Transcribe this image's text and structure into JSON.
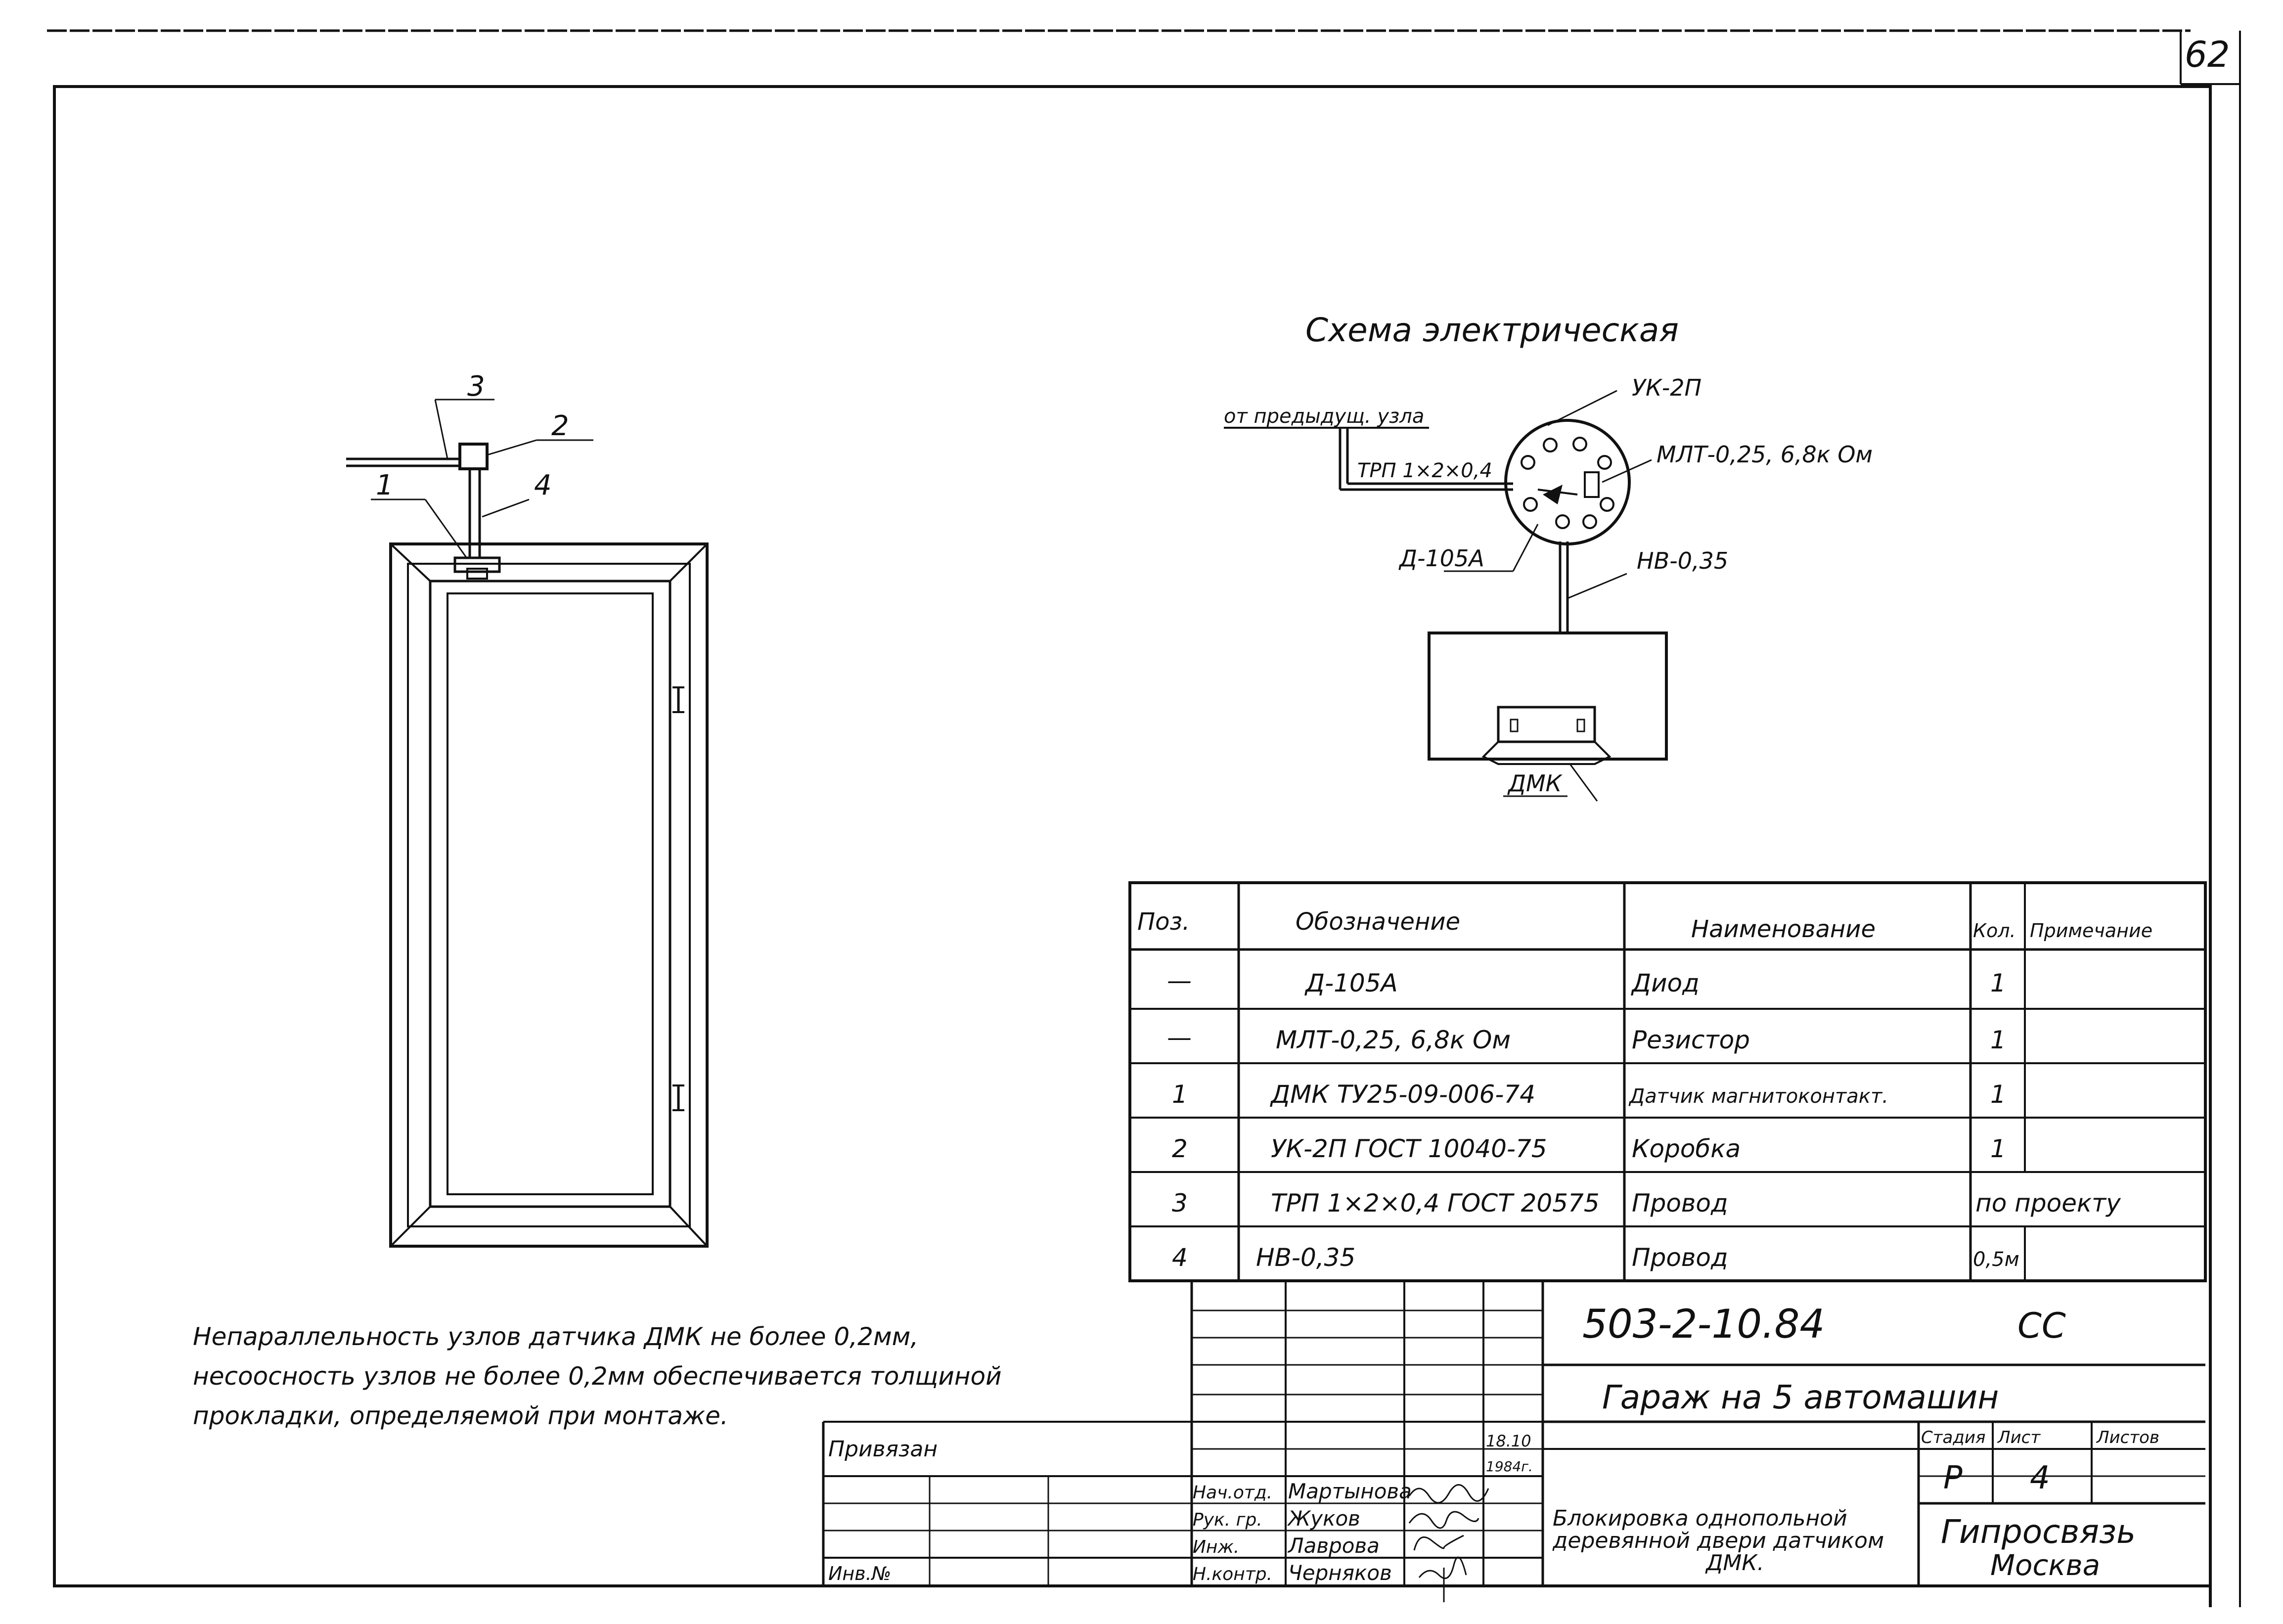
{
  "sheet": {
    "page_number": "62",
    "scheme_title": "Схема электрическая"
  },
  "door_callouts": {
    "c1": "1",
    "c2": "2",
    "c3": "3",
    "c4": "4"
  },
  "schematic": {
    "from_prev": "от предыдущ. узла",
    "cable": "ТРП 1×2×0,4",
    "box": "УК-2П",
    "resistor": "МЛТ-0,25, 6,8к Ом",
    "diode": "Д-105А",
    "wire": "НВ-0,35",
    "sensor": "ДМК"
  },
  "spec_table": {
    "headers": [
      "Поз.",
      "Обозначение",
      "Наименование",
      "Кол.",
      "Примечание"
    ],
    "rows": [
      {
        "pos": "—",
        "designation": "Д-105А",
        "name": "Диод",
        "qty": "1",
        "note": ""
      },
      {
        "pos": "—",
        "designation": "МЛТ-0,25, 6,8к Ом",
        "name": "Резистор",
        "qty": "1",
        "note": ""
      },
      {
        "pos": "1",
        "designation": "ДМК ТУ25-09-006-74",
        "name": "Датчик магнитоконтакт.",
        "qty": "1",
        "note": ""
      },
      {
        "pos": "2",
        "designation": "УК-2П ГОСТ 10040-75",
        "name": "Коробка",
        "qty": "1",
        "note": ""
      },
      {
        "pos": "3",
        "designation": "ТРП 1×2×0,4 ГОСТ 20575",
        "name": "Провод",
        "qty": "по проекту",
        "note": ""
      },
      {
        "pos": "4",
        "designation": "НВ-0,35",
        "name": "Провод",
        "qty": "0,5м",
        "note": ""
      }
    ]
  },
  "note": {
    "line1": "Непараллельность узлов датчика ДМК не более 0,2мм,",
    "line2": "несоосность узлов не более 0,2мм обеспечивается толщиной",
    "line3": "прокладки, определяемой при монтаже."
  },
  "title_block": {
    "doc_code": "503-2-10.84",
    "doc_suffix": "СС",
    "project": "Гараж на 5 автомашин",
    "stage_label": "Стадия",
    "sheet_label": "Лист",
    "sheets_label": "Листов",
    "stage": "Р",
    "sheet": "4",
    "sheets": "",
    "drawing_title_1": "Блокировка однопольной",
    "drawing_title_2": "деревянной двери датчиком",
    "drawing_title_3": "ДМК.",
    "org": "Гипросвязь",
    "city": "Москва",
    "bound_label": "Привязан",
    "inv_label": "Инв.№",
    "date_1": "18.10",
    "date_2": "1984г.",
    "roles": [
      "Нач.отд.",
      "Рук. гр.",
      "Инж.",
      "Н.контр."
    ],
    "names": [
      "Мартынова",
      "Жуков",
      "Лаврова",
      "Черняков"
    ]
  }
}
